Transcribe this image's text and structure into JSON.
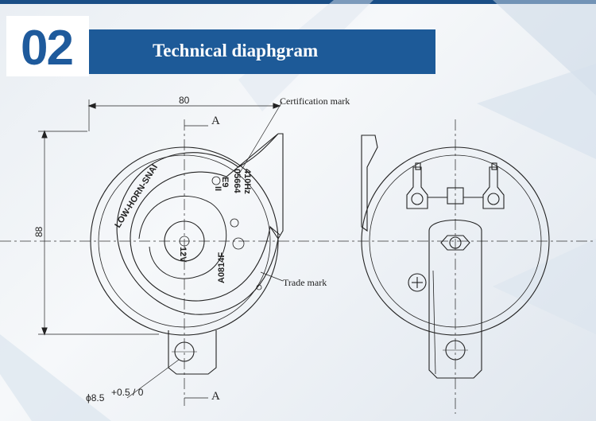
{
  "section": {
    "number": "02",
    "title": "Technical diaphgram"
  },
  "colors": {
    "banner": "#1d5a98",
    "badge_text": "#1e5a9c"
  },
  "drawing": {
    "dimension_width": "80",
    "dimension_height": "88",
    "hole_diameter": "ϕ8.5",
    "hole_tolerance": "+0.5 / 0",
    "section_marker": "A",
    "callouts": {
      "certification": "Certification mark",
      "trade": "Trade mark"
    },
    "body_text": {
      "model": "LOW-HORN-SNAI",
      "frequency": "410Hz",
      "approval_code": "05664",
      "approval_prefix": "E9",
      "approval_roman": "II",
      "part_number": "A0814F",
      "rating": "12V"
    }
  }
}
